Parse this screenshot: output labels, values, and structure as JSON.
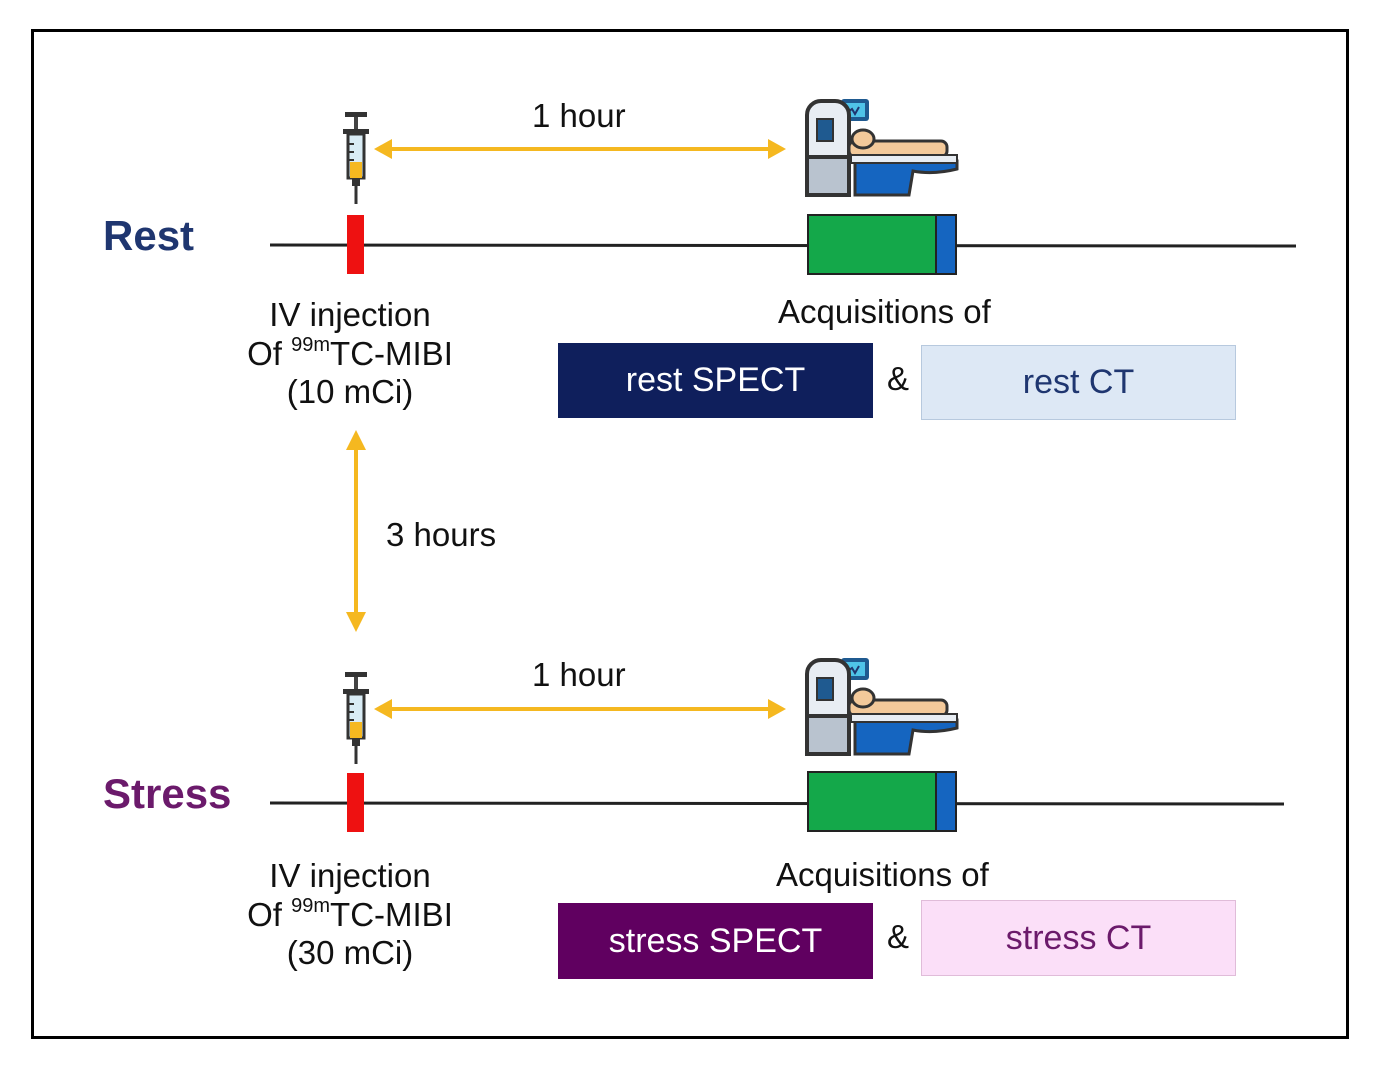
{
  "rest": {
    "label": "Rest",
    "label_color": "#1f3670",
    "interval": "1 hour",
    "injection_line1": "IV injection",
    "injection_prefix": "Of ",
    "injection_isotope": "99m",
    "injection_agent": "TC-MIBI",
    "injection_dose": "(10 mCi)",
    "acquisition_title": "Acquisitions of",
    "spect_label": "rest SPECT",
    "ct_label": "rest CT",
    "amp": "&"
  },
  "between": {
    "interval": "3 hours"
  },
  "stress": {
    "label": "Stress",
    "label_color": "#6b1a6b",
    "interval": "1 hour",
    "injection_line1": "IV injection",
    "injection_prefix": "Of ",
    "injection_isotope": "99m",
    "injection_agent": "TC-MIBI",
    "injection_dose": "(30 mCi)",
    "acquisition_title": "Acquisitions of",
    "spect_label": "stress SPECT",
    "ct_label": "stress CT",
    "amp": "&"
  },
  "colors": {
    "injection_marker": "#ee1111",
    "spect_block": "#14a84a",
    "ct_block": "#1565c0",
    "arrow": "#f5b820",
    "rest_spect_box": "#0f1f5c",
    "rest_ct_box": "#dde8f5",
    "rest_ct_text": "#1f3670",
    "stress_spect_box": "#600060",
    "stress_ct_box": "#fbdff8",
    "stress_ct_text": "#6b1a6b"
  },
  "icons": [
    "syringe-icon",
    "scanner-icon"
  ]
}
